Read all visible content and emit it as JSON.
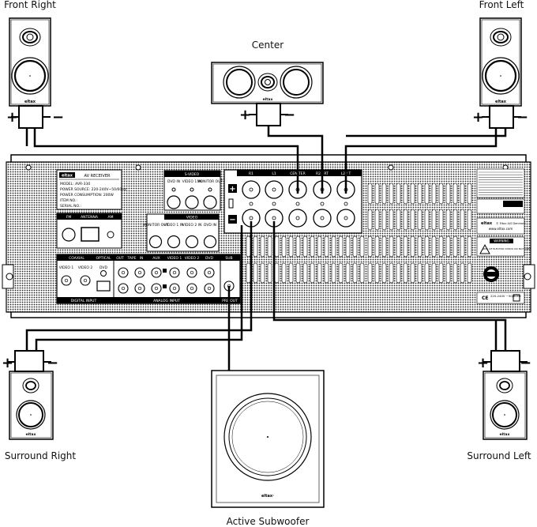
{
  "speakers": {
    "front_right": "Front Right",
    "center": "Center",
    "front_left": "Front Left",
    "surround_right": "Surround Right",
    "surround_left": "Surround Left",
    "subwoofer": "Active Subwoofer"
  },
  "polarity": {
    "plus": "+",
    "minus": "−"
  },
  "brand": "eltax",
  "brand_sub": "eltax·",
  "receiver": {
    "title": "AV RECEIVER",
    "model": "MODEL: AVR-330",
    "power_source": "POWER SOURCE: 220-240V~50/60Hz",
    "power_consumption": "POWER CONSUMPTION: 200W",
    "item_no": "ITEM NO.:",
    "serial_no": "SERIAL NO.:",
    "s_video": "S-VIDEO",
    "dvd_in": "DVD IN",
    "video1_in": "VIDEO 1 IN",
    "monitor_out": "MONITOR OUT",
    "fm": "FM",
    "antenna": "ANTENNA",
    "am": "AM",
    "video": "VIDEO",
    "monitor_out2": "MONITOR OUT",
    "video1_in2": "VIDEO 1 IN",
    "video2_in": "VIDEO 2 IN",
    "dvd_in2": "DVD IN",
    "coaxial": "COAXIAL",
    "optical": "OPTICAL",
    "video1": "VIDEO 1",
    "video2": "VIDEO 2",
    "dvd": "DVD",
    "out": "OUT",
    "tape": "TAPE",
    "in": "IN",
    "aux": "AUX",
    "analog_video1": "VIDEO 1",
    "analog_video2": "VIDEO 2",
    "analog_dvd": "DVD",
    "sub": "SUB",
    "digital_input": "DIGITAL INPUT",
    "analog_input": "ANALOG INPUT",
    "pre_out": "PRE OUT",
    "terminals": [
      "R1",
      "L1",
      "CEN TER",
      "R2 / RT",
      "L2 / T"
    ],
    "warning": "WARNING",
    "warning_sub": "RISK OF ELECTRIC SHOCK DO NOT OPEN",
    "web": "www.eltax.com",
    "footer": "220-240V ~50/60Hz",
    "mfr": "© Eltax A/S Denmark"
  }
}
